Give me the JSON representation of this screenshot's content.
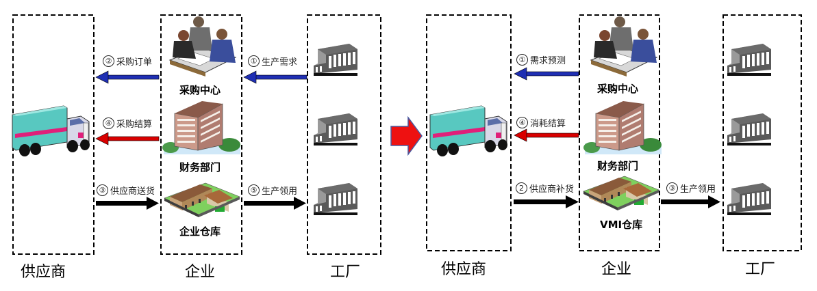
{
  "left": {
    "columns": {
      "supplier": "供应商",
      "enterprise": "企业",
      "factory": "工厂"
    },
    "nodes": {
      "purchase": "采购中心",
      "finance": "财务部门",
      "warehouse": "企业仓库"
    },
    "flows": [
      {
        "num": "①",
        "text": "生产需求"
      },
      {
        "num": "②",
        "text": "采购订单"
      },
      {
        "num": "④",
        "text": "采购结算"
      },
      {
        "num": "③",
        "text": "供应商送货"
      },
      {
        "num": "⑤",
        "text": "生产领用"
      }
    ]
  },
  "right": {
    "columns": {
      "supplier": "供应商",
      "enterprise": "企业",
      "factory": "工厂"
    },
    "nodes": {
      "purchase": "采购中心",
      "finance": "财务部门",
      "warehouse": "VMI仓库"
    },
    "flows": [
      {
        "num": "①",
        "text": "需求预测"
      },
      {
        "num": "④",
        "text": "消耗结算"
      },
      {
        "num": "2",
        "text": "供应商补货"
      },
      {
        "num": "③",
        "text": "生产领用"
      }
    ]
  },
  "colors": {
    "blue": "#1f2fb3",
    "red": "#d90000",
    "black": "#000000",
    "transition": "#ee1111"
  }
}
